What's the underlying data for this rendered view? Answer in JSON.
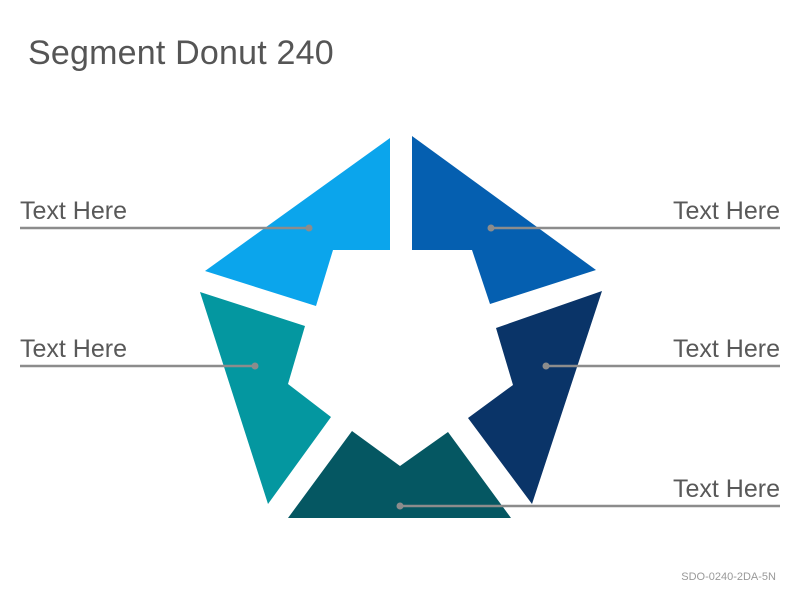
{
  "title": "Segment Donut 240",
  "footer_code": "SDO-0240-2DA-5N",
  "colors": {
    "top_left": "#0ba5ec",
    "top_right": "#055fb0",
    "left": "#0497a0",
    "right": "#0a3468",
    "bottom": "#055762",
    "leader_line": "#8c8c8c"
  },
  "labels": {
    "left_upper": "Text Here",
    "right_upper": "Text Here",
    "left_middle": "Text Here",
    "right_middle": "Text Here",
    "right_lower": "Text Here"
  }
}
